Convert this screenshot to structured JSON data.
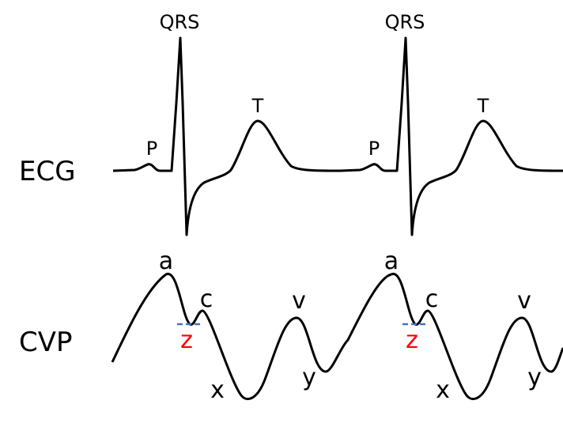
{
  "title_rows": {
    "ecg": "ECG",
    "cvp": "CVP"
  },
  "ecg_labels": {
    "p": "P",
    "qrs": "QRS",
    "t": "T"
  },
  "cvp_labels": {
    "a": "a",
    "c": "c",
    "z": "z",
    "x": "x",
    "v": "v",
    "y": "y"
  },
  "colors": {
    "trace": "#000000",
    "z_label": "#ff0000",
    "z_line": "#4472c4"
  }
}
